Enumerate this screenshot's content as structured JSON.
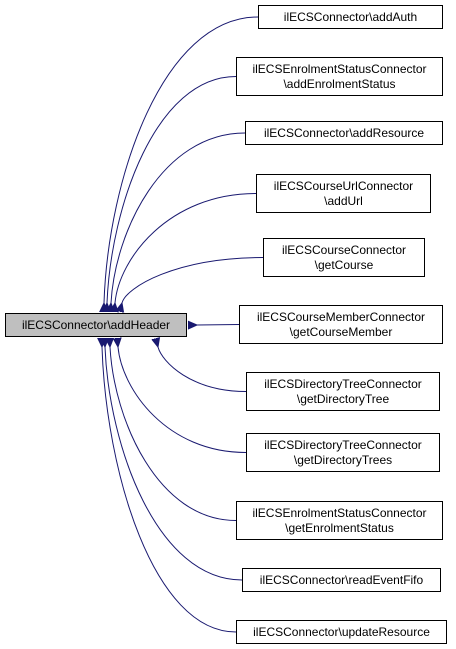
{
  "diagram": {
    "edge_color": "#191970",
    "root": {
      "lines": [
        "ilECSConnector\\addHeader"
      ],
      "fill": "#bfbfbf"
    },
    "callers": [
      {
        "lines": [
          "ilECSConnector\\addAuth"
        ]
      },
      {
        "lines": [
          "ilECSEnrolmentStatusConnector",
          "\\addEnrolmentStatus"
        ]
      },
      {
        "lines": [
          "ilECSConnector\\addResource"
        ]
      },
      {
        "lines": [
          "ilECSCourseUrlConnector",
          "\\addUrl"
        ]
      },
      {
        "lines": [
          "ilECSCourseConnector",
          "\\getCourse"
        ]
      },
      {
        "lines": [
          "ilECSCourseMemberConnector",
          "\\getCourseMember"
        ]
      },
      {
        "lines": [
          "ilECSDirectoryTreeConnector",
          "\\getDirectoryTree"
        ]
      },
      {
        "lines": [
          "ilECSDirectoryTreeConnector",
          "\\getDirectoryTrees"
        ]
      },
      {
        "lines": [
          "ilECSEnrolmentStatusConnector",
          "\\getEnrolmentStatus"
        ]
      },
      {
        "lines": [
          "ilECSConnector\\readEventFifo"
        ]
      },
      {
        "lines": [
          "ilECSConnector\\updateResource"
        ]
      }
    ]
  }
}
